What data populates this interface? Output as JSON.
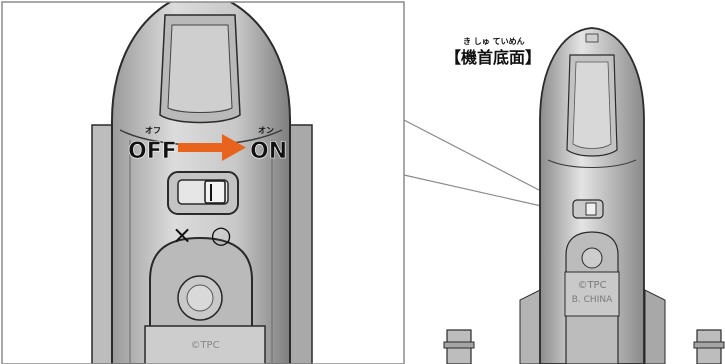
{
  "zoom_panel": {
    "off_label": "OFF",
    "off_ruby": "オフ",
    "on_label": "ON",
    "on_ruby": "オン",
    "off_mark": "×",
    "on_mark": "○",
    "plate_text": "©TPC"
  },
  "overview": {
    "title": "【機首底面】",
    "title_ruby": "き しゅ ていめん",
    "stamp_line1": "©TPC",
    "stamp_line2": "B. CHINA"
  },
  "colors": {
    "arrow": "#e8641e",
    "model_fill": "#d6d6d6",
    "model_line": "#2a2a2a",
    "frame": "#8c8c8c"
  }
}
